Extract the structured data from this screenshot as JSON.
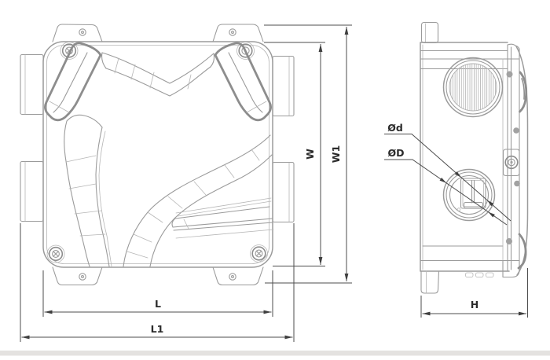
{
  "page": {
    "background": "#ffffff",
    "bottom_strip_color": "#e4e2e0"
  },
  "labels": {
    "width_inner": "W",
    "width_outer": "W1",
    "length_inner": "L",
    "length_outer": "L1",
    "height": "H",
    "diameter_inner": "Ød",
    "diameter_outer": "ØD"
  },
  "colors": {
    "drawing_line": "#9b9b9b",
    "drawing_line_dark": "#8d8d8d",
    "rib_stripe": "#b9b9b9",
    "dimension_line": "#4d4d4d",
    "label_text": "#2b2b2b",
    "screw_dot": "#a2a2a2"
  }
}
